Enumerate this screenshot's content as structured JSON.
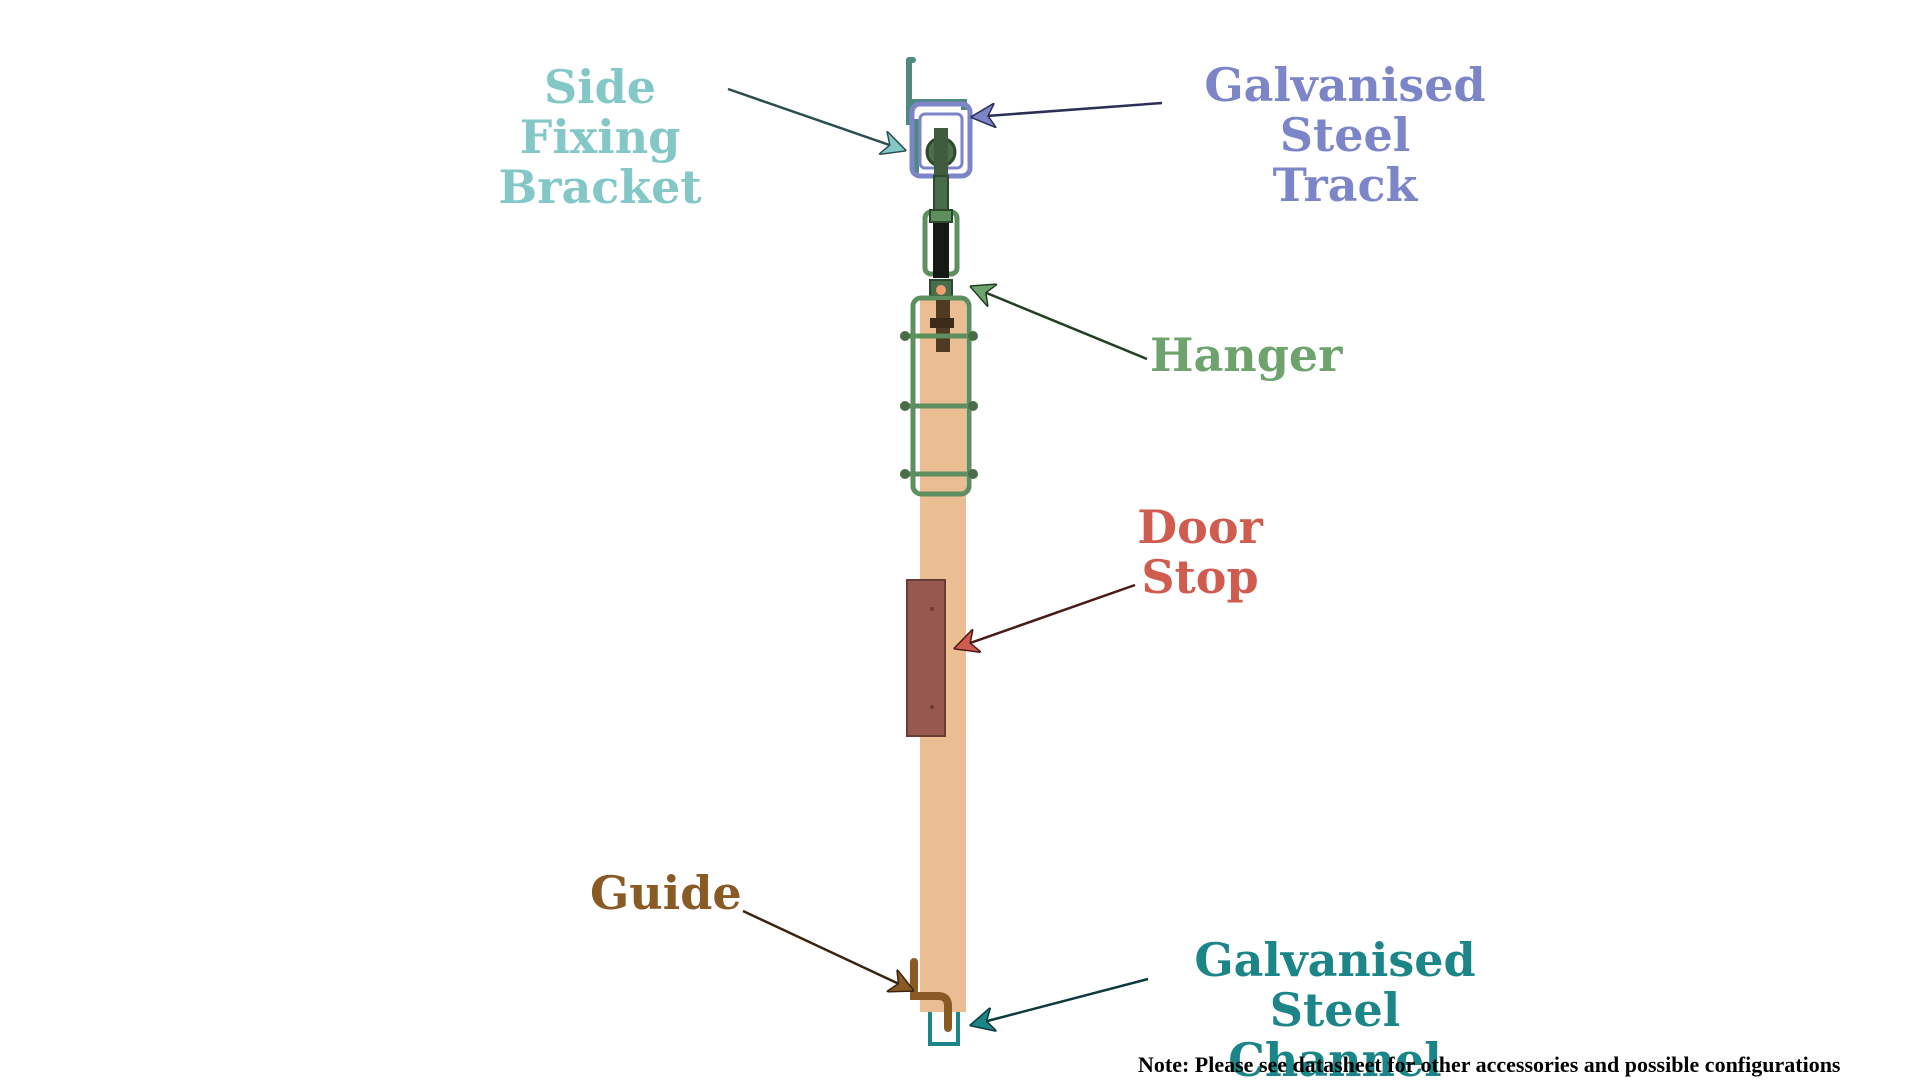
{
  "colors": {
    "door": "#ebbd92",
    "track": "#7b85c8",
    "bracket": "#83c7c7",
    "bracket_stroke": "#4f8a80",
    "hanger": "#5f8f5f",
    "door_stop": "#975850",
    "door_stop_label": "#d05b4f",
    "guide": "#8a5a25",
    "channel": "#1b8588"
  },
  "labels": {
    "side_fixing_bracket": [
      "Side Fixing",
      "Bracket"
    ],
    "galvanised_steel_track": [
      "Galvanised Steel",
      "Track"
    ],
    "hanger": [
      "Hanger"
    ],
    "door_stop": [
      "Door",
      "Stop"
    ],
    "guide": [
      "Guide"
    ],
    "galvanised_steel_channel": [
      "Galvanised Steel",
      "Channel"
    ]
  },
  "note": "Note: Please see datasheet for other accessories and possible configurations"
}
